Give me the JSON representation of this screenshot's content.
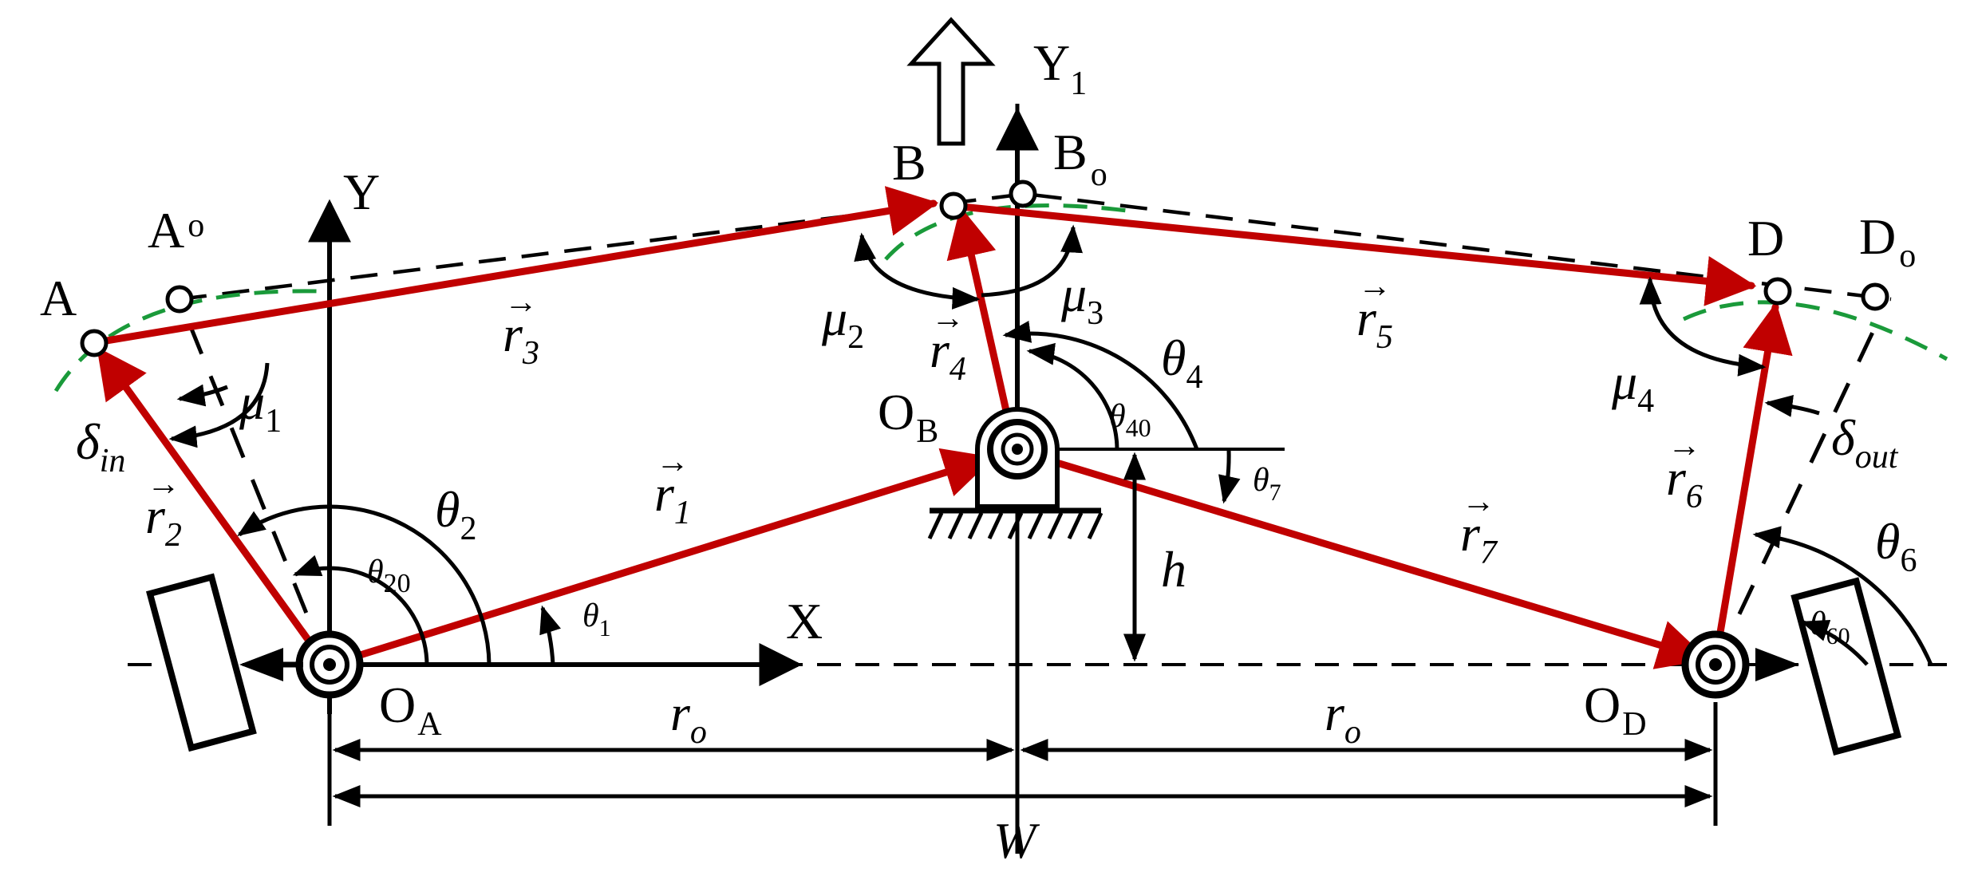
{
  "colors": {
    "vector": "#c00000",
    "path_curve": "#1a9a3a",
    "axis": "#000000",
    "background": "#ffffff"
  },
  "points": {
    "A": "A",
    "Ao": {
      "base": "A",
      "sub": "o"
    },
    "B": "B",
    "Bo": {
      "base": "B",
      "sub": "o"
    },
    "D": "D",
    "Do": {
      "base": "D",
      "sub": "o"
    },
    "OA": {
      "base": "O",
      "sub": "A"
    },
    "OB": {
      "base": "O",
      "sub": "B"
    },
    "OD": {
      "base": "O",
      "sub": "D"
    }
  },
  "axes": {
    "X": "X",
    "Y": "Y",
    "Y1": {
      "base": "Y",
      "sub": "1"
    }
  },
  "vectors": {
    "r1": {
      "base": "r",
      "sub": "1"
    },
    "r2": {
      "base": "r",
      "sub": "2"
    },
    "r3": {
      "base": "r",
      "sub": "3"
    },
    "r4": {
      "base": "r",
      "sub": "4"
    },
    "r5": {
      "base": "r",
      "sub": "5"
    },
    "r6": {
      "base": "r",
      "sub": "6"
    },
    "r7": {
      "base": "r",
      "sub": "7"
    },
    "arrow_glyph": "→"
  },
  "angles": {
    "theta1": {
      "base": "θ",
      "sub": "1"
    },
    "theta2": {
      "base": "θ",
      "sub": "2"
    },
    "theta20": {
      "base": "θ",
      "sub": "20"
    },
    "theta4": {
      "base": "θ",
      "sub": "4"
    },
    "theta40": {
      "base": "θ",
      "sub": "40"
    },
    "theta6": {
      "base": "θ",
      "sub": "6"
    },
    "theta60": {
      "base": "θ",
      "sub": "60"
    },
    "theta7": {
      "base": "θ",
      "sub": "7"
    },
    "mu1": {
      "base": "μ",
      "sub": "1"
    },
    "mu2": {
      "base": "μ",
      "sub": "2"
    },
    "mu3": {
      "base": "μ",
      "sub": "3"
    },
    "mu4": {
      "base": "μ",
      "sub": "4"
    },
    "delta_in": {
      "base": "δ",
      "sub": "in"
    },
    "delta_out": {
      "base": "δ",
      "sub": "out"
    }
  },
  "dimensions": {
    "h": "h",
    "ro_left": {
      "base": "r",
      "sub": "o"
    },
    "ro_right": {
      "base": "r",
      "sub": "o"
    },
    "W": "W"
  }
}
